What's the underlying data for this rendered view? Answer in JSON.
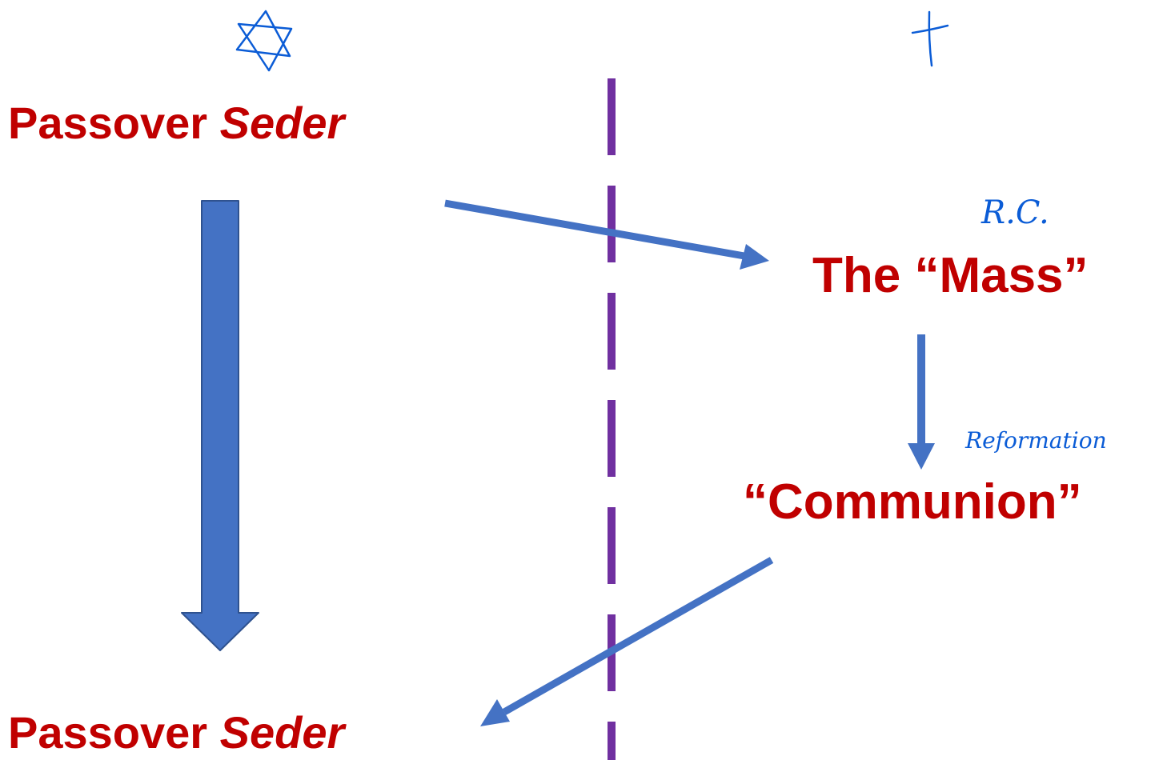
{
  "colors": {
    "text_red": "#c00000",
    "arrow_blue": "#4472c4",
    "arrow_outline": "#2f528f",
    "divider_purple": "#7030a0",
    "ink_blue": "#0b5cd6"
  },
  "labels": {
    "passover_top_plain": "Passover",
    "passover_top_italic": "Seder",
    "passover_bottom_plain": "Passover",
    "passover_bottom_italic": "Seder",
    "mass": "The “Mass”",
    "communion": "“Communion”"
  },
  "handwritten": {
    "rc_note": "R.C.",
    "reformation_note": "Reformation"
  },
  "icons": {
    "left_symbol": "star-of-david-icon",
    "right_symbol": "cross-icon"
  }
}
